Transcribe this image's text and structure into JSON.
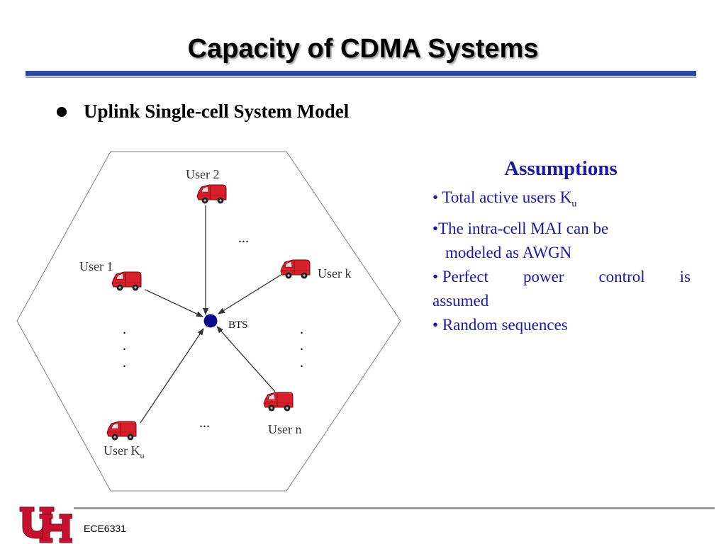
{
  "slide": {
    "title": "Capacity of CDMA Systems",
    "subtitle": "Uplink Single-cell System Model",
    "footer": "ECE6331"
  },
  "diagram": {
    "base_station": "BTS",
    "users": {
      "user2": "User 2",
      "user1": "User 1",
      "userk": "User k",
      "usern": "User n",
      "userku": "User K",
      "userku_sub": "u"
    },
    "ellipsis_horizontal": "...",
    "ellipsis_vertical": ".",
    "colors": {
      "car": "#d8202a",
      "bts": "#0a0a8c",
      "hexagon": "#808080"
    }
  },
  "assumptions": {
    "heading": "Assumptions",
    "bullet": "•",
    "items": [
      {
        "text": "Total active users K",
        "sub": "u"
      },
      {
        "line1": "The intra-cell MAI can be",
        "line2": "modeled as AWGN"
      },
      {
        "words": [
          "Perfect",
          "power",
          "control",
          "is"
        ],
        "line2": "assumed"
      },
      {
        "text": "Random sequences"
      }
    ],
    "color": "#1a1aa6"
  },
  "logo": {
    "letters": "UH",
    "icon": "university-logo-icon",
    "color": "#c8102e"
  }
}
